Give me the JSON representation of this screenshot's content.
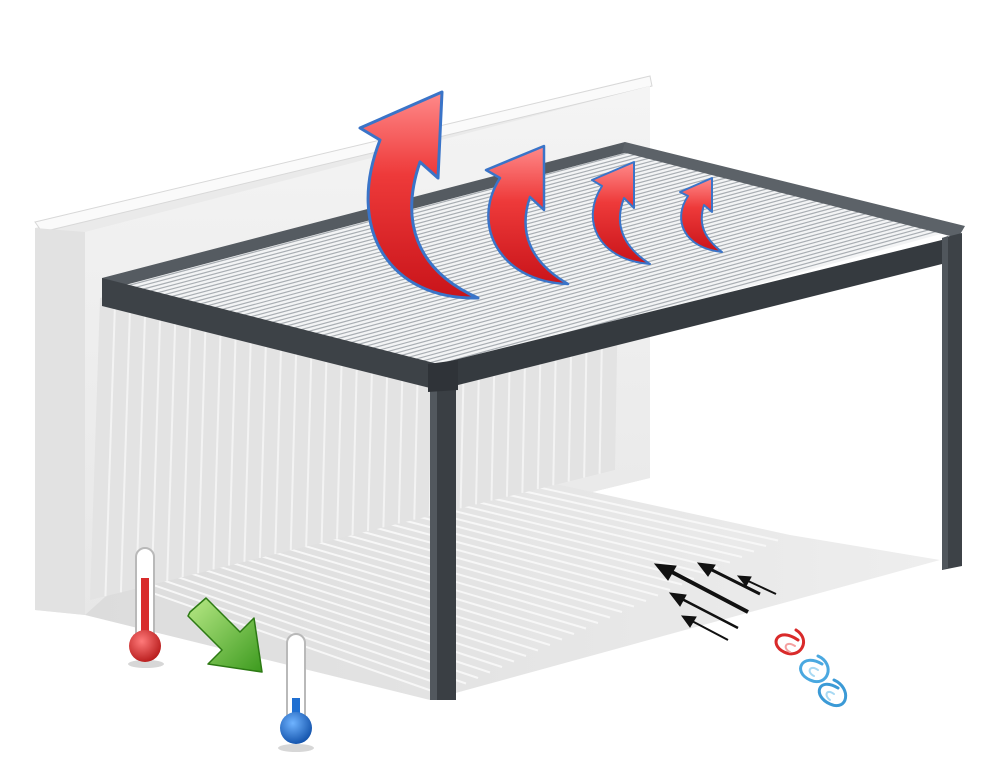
{
  "diagram": {
    "subject": "bioclimatic-pergola-ventilation",
    "labels": [],
    "icons": {
      "hot_air": "curved-up-arrow-icon",
      "warm_thermometer": "thermometer-hot-icon",
      "cool_thermometer": "thermometer-cold-icon",
      "cooling_direction": "arrow-right-down-icon",
      "breeze": "wind-arrows-icon",
      "air_swirl": "air-swirl-icon"
    },
    "colors": {
      "frame": "#3d4247",
      "louver": "#eef0f2",
      "wall": "#f1f1f1",
      "hot_air": "#e8262b",
      "hot_air_outline": "#3a74c8",
      "warm": "#d82b2b",
      "cool": "#1f6fd1",
      "cooling_arrow": "#4caf2a",
      "breeze": "#111111",
      "shadow": "#e4e4e4"
    },
    "hot_air_arrow_count": 4,
    "breeze_arrow_count": 5,
    "wind_swirl_count": 3
  }
}
